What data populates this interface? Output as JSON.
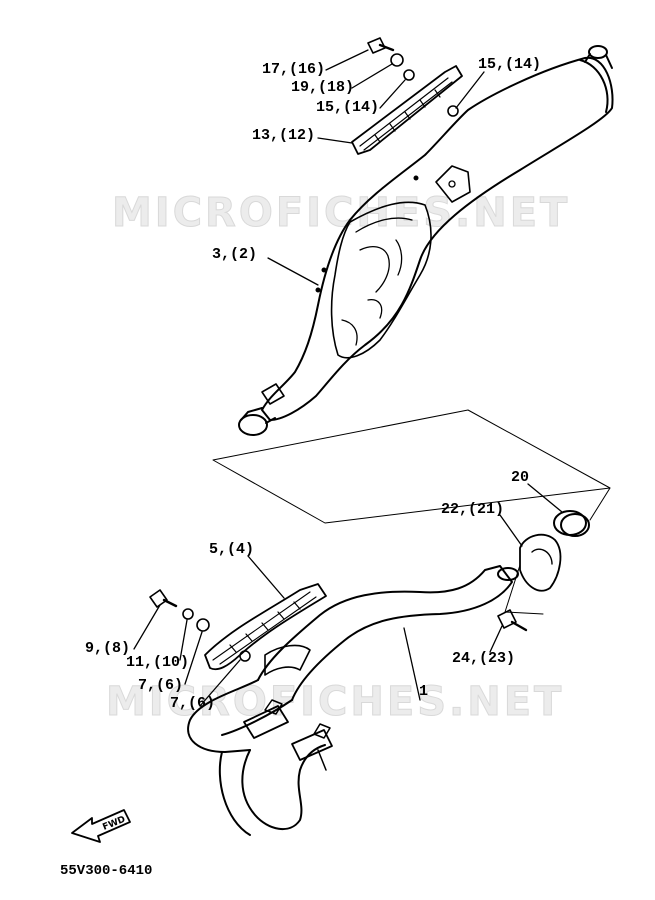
{
  "watermarks": [
    "MICROFICHES.NET",
    "MICROFICHES.NET"
  ],
  "labels": {
    "p17": "17,(16)",
    "p19": "19,(18)",
    "p15a": "15,(14)",
    "p15b": "15,(14)",
    "p13": "13,(12)",
    "p3": "3,(2)",
    "p20": "20",
    "p22": "22,(21)",
    "p5": "5,(4)",
    "p9": "9,(8)",
    "p11": "11,(10)",
    "p7a": "7,(6)",
    "p7b": "7,(6)",
    "p24": "24,(23)",
    "p1": "1"
  },
  "fwd_text": "FWD",
  "diagram_code": "55V300-6410",
  "colors": {
    "ink": "#000000",
    "watermark": "#d9d9d9"
  }
}
